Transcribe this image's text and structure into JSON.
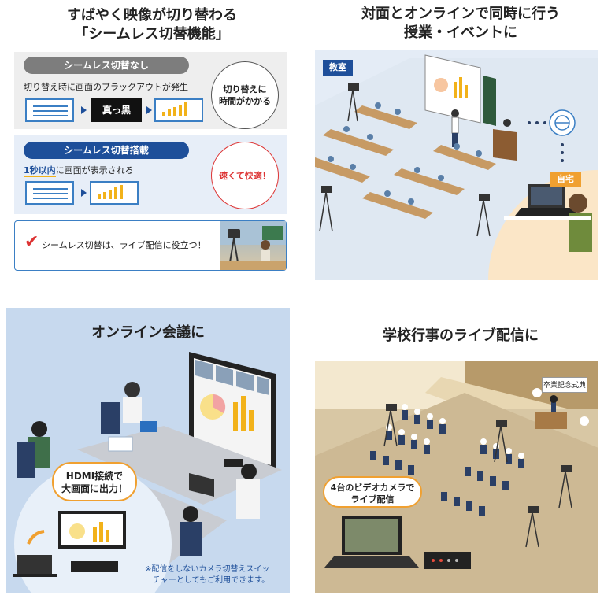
{
  "q1": {
    "title_line1": "すばやく映像が切り替わる",
    "title_line2": "「シームレス切替機能」",
    "without": {
      "pill": "シームレス切替なし",
      "desc": "切り替え時に画面のブラックアウトが発生",
      "black_label": "真っ黒",
      "circle_line1": "切り替えに",
      "circle_line2": "時間がかかる"
    },
    "with": {
      "pill": "シームレス切替搭載",
      "desc_strong": "1秒以内",
      "desc_rest": "に画面が表示される",
      "circle": "速くて快適！"
    },
    "live_text": "シームレス切替は、ライブ配信に役立つ！"
  },
  "q2": {
    "title_line1": "対面とオンラインで同時に行う",
    "title_line2": "授業・イベントに",
    "classroom_tag": "教室",
    "home_tag": "自宅"
  },
  "q3": {
    "title": "オンライン会議に",
    "bubble_line1": "HDMI接続で",
    "bubble_line2": "大画面に出力！",
    "note_line1": "※配信をしないカメラ切替えスイッ",
    "note_line2": "チャーとしてもご利用できます。"
  },
  "q4": {
    "title": "学校行事のライブ配信に",
    "sign": "卒業記念式典",
    "bubble_line1": "4台のビデオカメラで",
    "bubble_line2": "ライブ配信"
  },
  "colors": {
    "navy": "#1e4f9a",
    "blue": "#3b7fc4",
    "red": "#d33333",
    "orange": "#f0a030",
    "yellow": "#f2b21a"
  }
}
